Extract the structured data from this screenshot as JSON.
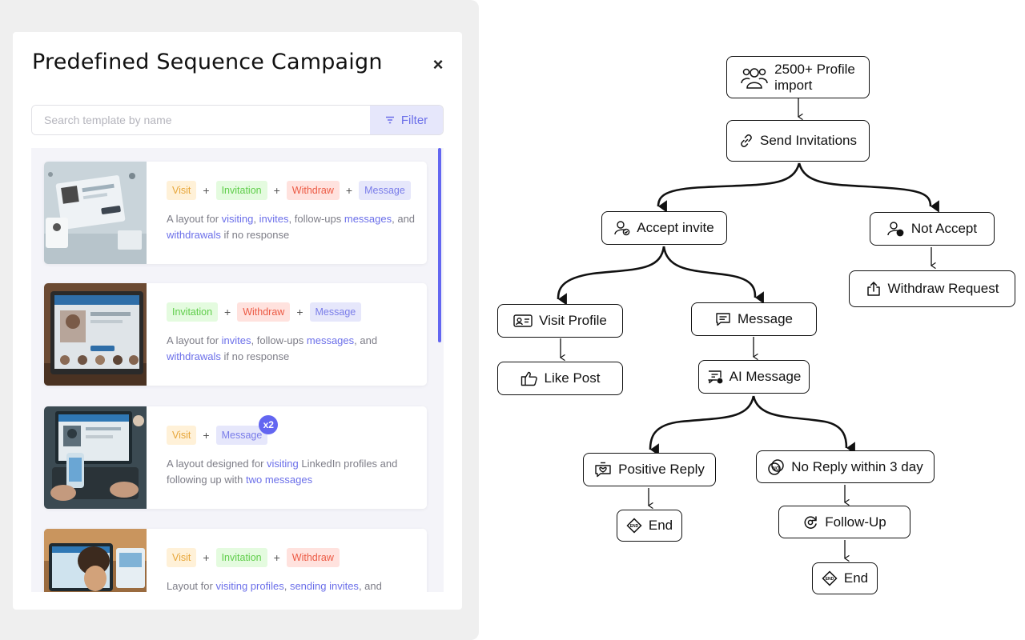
{
  "modal": {
    "title": "Predefined Sequence Campaign",
    "close_label": "×",
    "search_placeholder": "Search template by name",
    "filter_label": "Filter"
  },
  "cards": [
    {
      "tags": [
        "Visit",
        "Invitation",
        "Withdraw",
        "Message"
      ],
      "desc": [
        {
          "t": "A layout for ",
          "h": false
        },
        {
          "t": "visiting",
          "h": true
        },
        {
          "t": ", ",
          "h": false
        },
        {
          "t": "invites",
          "h": true
        },
        {
          "t": ", follow-ups ",
          "h": false
        },
        {
          "t": "messages",
          "h": true
        },
        {
          "t": ", and ",
          "h": false
        },
        {
          "t": "withdrawals",
          "h": true
        },
        {
          "t": " if no response",
          "h": false
        }
      ]
    },
    {
      "tags": [
        "Invitation",
        "Withdraw",
        "Message"
      ],
      "desc": [
        {
          "t": "A layout for ",
          "h": false
        },
        {
          "t": "invites",
          "h": true
        },
        {
          "t": ", follow-ups ",
          "h": false
        },
        {
          "t": "messages",
          "h": true
        },
        {
          "t": ", and ",
          "h": false
        },
        {
          "t": "withdrawals",
          "h": true
        },
        {
          "t": " if no response",
          "h": false
        }
      ]
    },
    {
      "tags": [
        "Visit",
        "Message"
      ],
      "badge": "x2",
      "desc": [
        {
          "t": "A layout designed for ",
          "h": false
        },
        {
          "t": "visiting",
          "h": true
        },
        {
          "t": " LinkedIn profiles and following up with ",
          "h": false
        },
        {
          "t": "two messages",
          "h": true
        }
      ]
    },
    {
      "tags": [
        "Visit",
        "Invitation",
        "Withdraw"
      ],
      "desc": [
        {
          "t": "Layout for ",
          "h": false
        },
        {
          "t": "visiting profiles",
          "h": true
        },
        {
          "t": ", ",
          "h": false
        },
        {
          "t": "sending invites",
          "h": true
        },
        {
          "t": ", and",
          "h": false
        }
      ]
    }
  ],
  "flow": {
    "profile_import_line1": "2500+ Profile",
    "profile_import_line2": "import",
    "send_invitations": "Send Invitations",
    "accept_invite": "Accept invite",
    "not_accept": "Not Accept",
    "withdraw_request": "Withdraw Request",
    "visit_profile": "Visit Profile",
    "message": "Message",
    "like_post": "Like Post",
    "ai_message": "AI Message",
    "positive_reply": "Positive Reply",
    "no_reply": "No Reply within 3 day",
    "end_left": "End",
    "follow_up": "Follow-Up",
    "end_right": "End",
    "end_icon_text": "END"
  }
}
